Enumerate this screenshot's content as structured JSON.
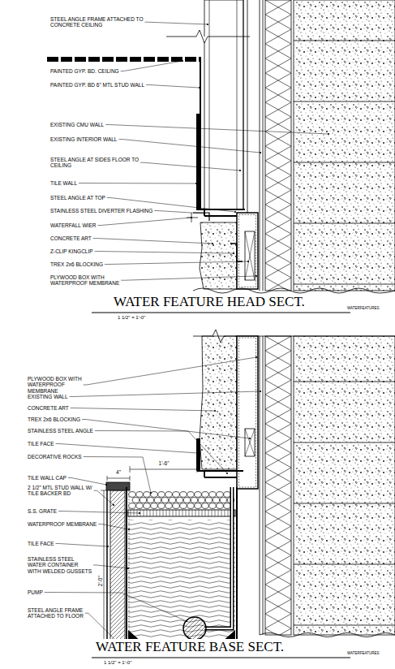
{
  "diagram": {
    "labels": [
      "STEEL ANGLE FRAME ATTACHED TO CONCRETE CEILING",
      "PAINTED GYP. BD. CEILING",
      "PAINTED GYP. BD 6\" MTL STUD WALL",
      "EXISTING CMU WALL",
      "EXISTING INTERIOR WALL",
      "STEEL ANGLE AT SIDES FLOOR TO CEILING",
      "TILE WALL",
      "STEEL ANGLE AT TOP",
      "STAINLESS STEEL DIVERTER FLASHING",
      "WATERFALL WIER",
      "CONCRETE ART",
      "Z-CLIP KINGCLIP",
      "TREX 2x6 BLOCKING",
      "PLYWOOD BOX WITH WATERPROOF MEMBRANE",
      "WATER FEATURE HEAD SECT.",
      "1 1/2\" = 1'-0\"",
      "WATERFEATURES",
      "PLYWOOD BOX WITH WATERPROOF MEMBRANE",
      "EXISTING WALL",
      "CONCRETE ART",
      "TREX 2x6 BLOCKING",
      "STAINLESS STEEL ANGLE",
      "TILE FACE",
      "DECORATIVE ROCKS",
      "1'-6\"",
      "TILE WALL CAP",
      "4\"",
      "2 1/2\" MTL STUD WALL W/ TILE BACKER BD",
      "S.S. GRATE",
      "WATERPROOF MEMBRANE",
      "TILE FACE",
      "STAINLESS STEEL WATER CONTAINER WITH WELDED GUSSETS",
      "PUMP",
      "2'-0\"",
      "STEEL ANGLE FRAME ATTACHED TO FLOOR",
      "WATER FEATURE BASE SECT.",
      "1 1/2\" = 1'-0\"",
      "WATERFEATURES"
    ]
  }
}
